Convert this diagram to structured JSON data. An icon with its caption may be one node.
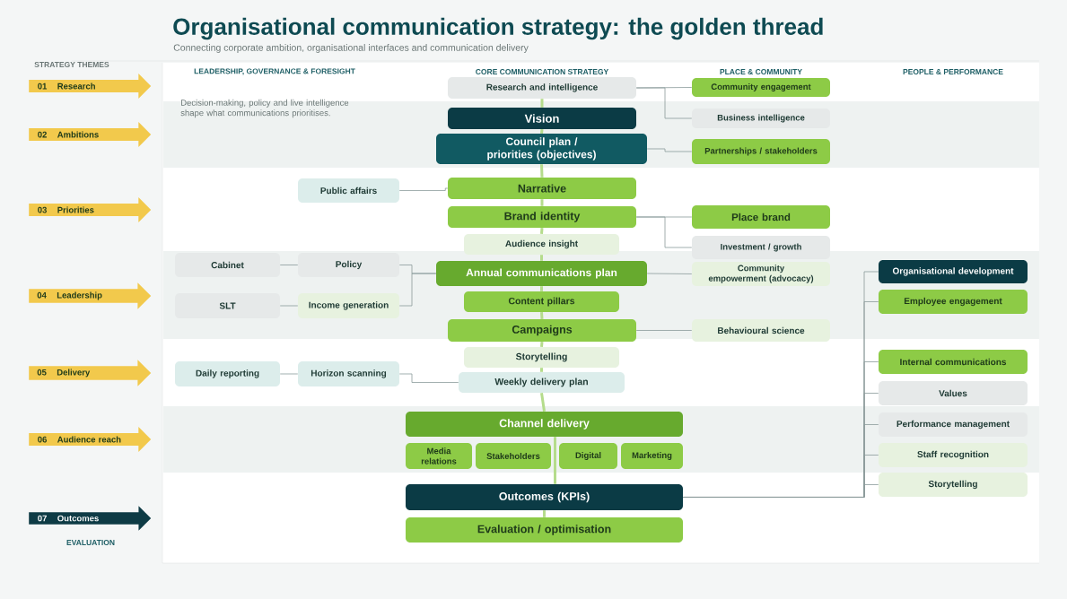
{
  "diagram": {
    "title": "Organisational communication strategy: the golden thread",
    "nodes": [
      {
        "text": [
          "01",
          "Research"
        ]
      },
      {
        "text": [
          "02",
          "Ambitions"
        ]
      },
      {
        "text": [
          "03",
          "Priorities"
        ]
      },
      {
        "text": [
          "04",
          "Leadership"
        ]
      },
      {
        "text": [
          "05",
          "Delivery"
        ]
      },
      {
        "text": [
          "06",
          "Audience reach"
        ]
      },
      {
        "text": [
          "07",
          "Outcomes"
        ]
      },
      {
        "text": [
          "Research and intelligence"
        ]
      },
      {
        "text": [
          "Community engagement"
        ]
      },
      {
        "text": [
          "Business intelligence"
        ]
      },
      {
        "text": [
          "Vision"
        ]
      },
      {
        "text": [
          "Council plan / priorities (objectives)"
        ]
      },
      {
        "text": [
          "Partnerships / stakeholders"
        ]
      },
      {
        "text": [
          "Public affairs"
        ]
      },
      {
        "text": [
          "Narrative"
        ]
      },
      {
        "text": [
          "Brand identity"
        ]
      },
      {
        "text": [
          "Place brand"
        ]
      },
      {
        "text": [
          "Audience insight"
        ]
      },
      {
        "text": [
          "Investment / growth"
        ]
      },
      {
        "text": [
          "Cabinet"
        ]
      },
      {
        "text": [
          "Policy"
        ]
      },
      {
        "text": [
          "Annual communications plan"
        ]
      },
      {
        "text": [
          "Community empowerment (advocacy)"
        ]
      },
      {
        "text": [
          "Organisational development"
        ]
      },
      {
        "text": [
          "Employee engagement"
        ]
      },
      {
        "text": [
          "SLT"
        ]
      },
      {
        "text": [
          "Income generation"
        ]
      },
      {
        "text": [
          "Content pillars"
        ]
      },
      {
        "text": [
          "Campaigns"
        ]
      },
      {
        "text": [
          "Behavioural science"
        ]
      },
      {
        "text": [
          "Storytelling"
        ]
      },
      {
        "text": [
          "Internal communications"
        ]
      },
      {
        "text": [
          "Daily reporting"
        ]
      },
      {
        "text": [
          "Horizon scanning"
        ]
      },
      {
        "text": [
          "Weekly delivery plan"
        ]
      },
      {
        "text": [
          "Values"
        ]
      },
      {
        "text": [
          "Channel delivery"
        ]
      },
      {
        "text": [
          "Performance management"
        ]
      },
      {
        "text": [
          "Media relations"
        ]
      },
      {
        "text": [
          "Stakeholders"
        ]
      },
      {
        "text": [
          "Digital"
        ]
      },
      {
        "text": [
          "Marketing"
        ]
      },
      {
        "text": [
          "Staff recognition"
        ]
      },
      {
        "text": [
          "Storytelling"
        ]
      },
      {
        "text": [
          "Outcomes (KPIs)"
        ]
      },
      {
        "text": [
          "Evaluation / optimisation"
        ]
      }
    ],
    "edges": [
      {
        "from": 7,
        "to": 10,
        "arrow": "none",
        "style": "thick",
        "color": "#b5dc8c"
      },
      {
        "from": 10,
        "to": 11,
        "arrow": "none",
        "style": "thick",
        "color": "#b5dc8c"
      },
      {
        "from": 11,
        "to": 14,
        "arrow": "none",
        "style": "thick",
        "color": "#b5dc8c"
      },
      {
        "from": 14,
        "to": 15,
        "arrow": "none",
        "style": "thick",
        "color": "#b5dc8c"
      },
      {
        "from": 15,
        "to": 17,
        "arrow": "none",
        "style": "thick",
        "color": "#b5dc8c"
      },
      {
        "from": 17,
        "to": 21,
        "arrow": "none",
        "style": "thick",
        "color": "#b5dc8c"
      },
      {
        "from": 21,
        "to": 27,
        "arrow": "none",
        "style": "thick",
        "color": "#b5dc8c"
      },
      {
        "from": 27,
        "to": 28,
        "arrow": "none",
        "style": "thick",
        "color": "#b5dc8c"
      },
      {
        "from": 28,
        "to": 30,
        "arrow": "none",
        "style": "thick",
        "color": "#b5dc8c"
      },
      {
        "from": 30,
        "to": 34,
        "arrow": "none",
        "style": "thick",
        "color": "#b5dc8c"
      },
      {
        "from": 34,
        "to": 36,
        "arrow": "none",
        "style": "thick",
        "color": "#b5dc8c"
      },
      {
        "from": 36,
        "to": 44,
        "arrow": "none",
        "style": "thick",
        "color": "#b5dc8c"
      },
      {
        "from": 44,
        "to": 45,
        "arrow": "none",
        "style": "thick",
        "color": "#b5dc8c"
      },
      {
        "from": 7,
        "to": 8,
        "arrow": "none"
      },
      {
        "from": 7,
        "to": 9,
        "arrow": "none"
      },
      {
        "from": 11,
        "to": 12,
        "arrow": "none"
      },
      {
        "from": 13,
        "to": 14,
        "arrow": "none"
      },
      {
        "from": 15,
        "to": 16,
        "arrow": "none"
      },
      {
        "from": 15,
        "to": 18,
        "arrow": "none"
      },
      {
        "from": 19,
        "to": 20,
        "arrow": "none"
      },
      {
        "from": 20,
        "to": 21,
        "arrow": "none"
      },
      {
        "from": 25,
        "to": 26,
        "arrow": "none"
      },
      {
        "from": 26,
        "to": 21,
        "arrow": "none"
      },
      {
        "from": 21,
        "to": 22,
        "arrow": "none"
      },
      {
        "from": 28,
        "to": 29,
        "arrow": "none"
      },
      {
        "from": 32,
        "to": 33,
        "arrow": "none"
      },
      {
        "from": 33,
        "to": 34,
        "arrow": "none"
      },
      {
        "from": 44,
        "to": 23,
        "arrow": "none"
      },
      {
        "from": 44,
        "to": 24,
        "arrow": "none"
      },
      {
        "from": 44,
        "to": 31,
        "arrow": "none"
      },
      {
        "from": 44,
        "to": 35,
        "arrow": "none"
      },
      {
        "from": 44,
        "to": 37,
        "arrow": "none"
      },
      {
        "from": 44,
        "to": 42,
        "arrow": "none"
      },
      {
        "from": 44,
        "to": 43,
        "arrow": "none"
      }
    ],
    "labels": [
      "Connecting corporate ambition, organisational interfaces and communication delivery",
      "STRATEGY THEMES",
      "LEADERSHIP, GOVERNANCE & FORESIGHT",
      "CORE COMMUNICATION STRATEGY",
      "PLACE & COMMUNITY",
      "PEOPLE & PERFORMANCE",
      "Decision-making, policy and live intelligence shape what communications prioritises.",
      "EVALUATION"
    ]
  }
}
